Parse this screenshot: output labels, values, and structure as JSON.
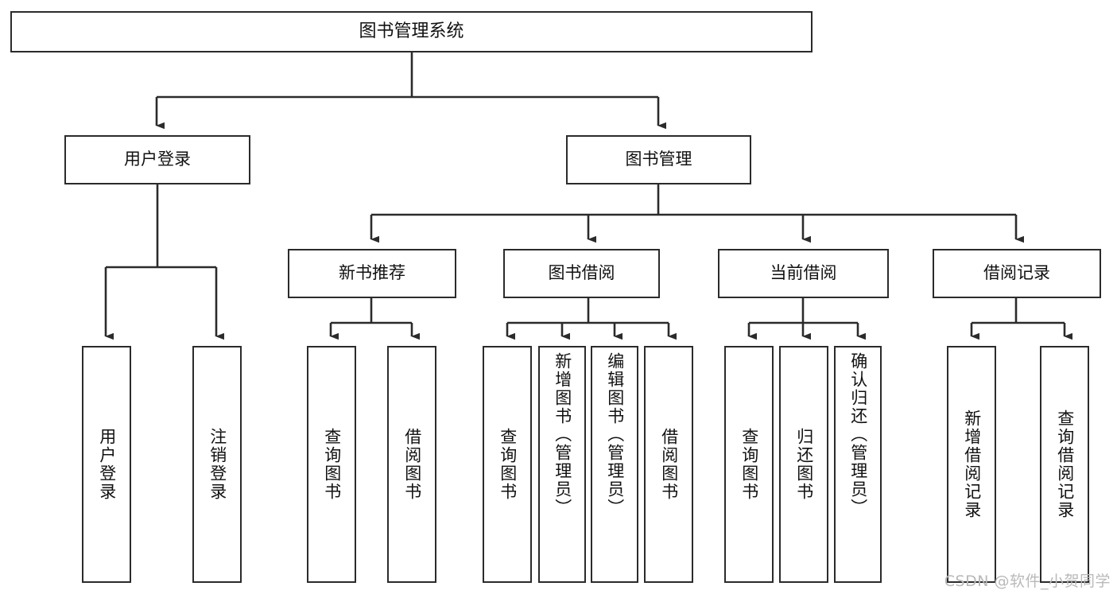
{
  "diagram": {
    "type": "tree",
    "title": "图书管理系统",
    "root": {
      "label": "图书管理系统"
    },
    "level2": [
      {
        "label": "用户登录"
      },
      {
        "label": "图书管理"
      }
    ],
    "level3": [
      {
        "label": "新书推荐"
      },
      {
        "label": "图书借阅"
      },
      {
        "label": "当前借阅"
      },
      {
        "label": "借阅记录"
      }
    ],
    "leaves": {
      "user_login": [
        {
          "label": "用户登录"
        },
        {
          "label": "注销登录"
        }
      ],
      "new_book_recommend": [
        {
          "label": "查询图书"
        },
        {
          "label": "借阅图书"
        }
      ],
      "book_borrow": [
        {
          "label": "查询图书"
        },
        {
          "label": "新增图书（管理员）"
        },
        {
          "label": "编辑图书（管理员）"
        },
        {
          "label": "借阅图书"
        }
      ],
      "current_borrow": [
        {
          "label": "查询图书"
        },
        {
          "label": "归还图书"
        },
        {
          "label": "确认归还（管理员）"
        }
      ],
      "borrow_record": [
        {
          "label": "新增借阅记录"
        },
        {
          "label": "查询借阅记录"
        }
      ]
    }
  },
  "watermark": {
    "text": "CSDN @软件_小贺同学"
  },
  "colors": {
    "box_border": "#2b2b2b",
    "box_fill": "#ffffff",
    "line": "#2b2b2b",
    "text": "#111111",
    "watermark": "#b9b9b9",
    "background": "#ffffff"
  }
}
